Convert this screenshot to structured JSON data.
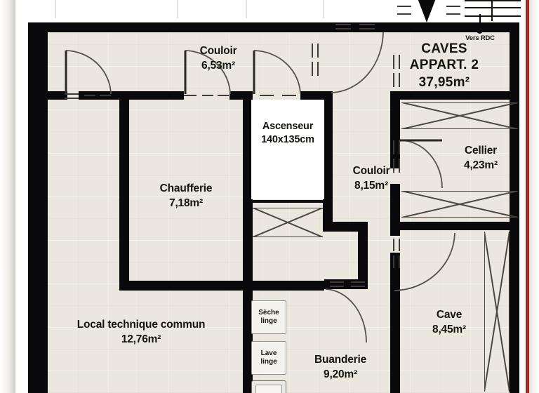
{
  "document": {
    "type": "architectural-floor-plan",
    "title_block": {
      "line1": "CAVES",
      "line2": "APPART. 2",
      "line3": "37,95m²"
    },
    "annotations": {
      "stair_note": "Vers RDC"
    }
  },
  "rooms": [
    {
      "id": "couloir-1",
      "name": "Couloir",
      "area": "6,53m²"
    },
    {
      "id": "ascenseur",
      "name": "Ascenseur",
      "area": "140x135cm"
    },
    {
      "id": "couloir-2",
      "name": "Couloir",
      "area": "8,15m²"
    },
    {
      "id": "chaufferie",
      "name": "Chaufferie",
      "area": "7,18m²"
    },
    {
      "id": "cellier",
      "name": "Cellier",
      "area": "4,23m²"
    },
    {
      "id": "cave",
      "name": "Cave",
      "area": "8,45m²"
    },
    {
      "id": "local-technique",
      "name": "Local technique commun",
      "area": "12,76m²"
    },
    {
      "id": "buanderie",
      "name": "Buanderie",
      "area": "9,20m²"
    }
  ],
  "appliances": [
    {
      "id": "seche-linge",
      "line1": "Sèche",
      "line2": "linge"
    },
    {
      "id": "lave-linge",
      "line1": "Lave",
      "line2": "linge"
    }
  ],
  "colors": {
    "wall": "#0a0a0c",
    "floor": "#ebe7de",
    "text": "#15140f",
    "paper": "#ffffff",
    "red_edge": "#c0291b",
    "rack_line": "#4a4843"
  }
}
